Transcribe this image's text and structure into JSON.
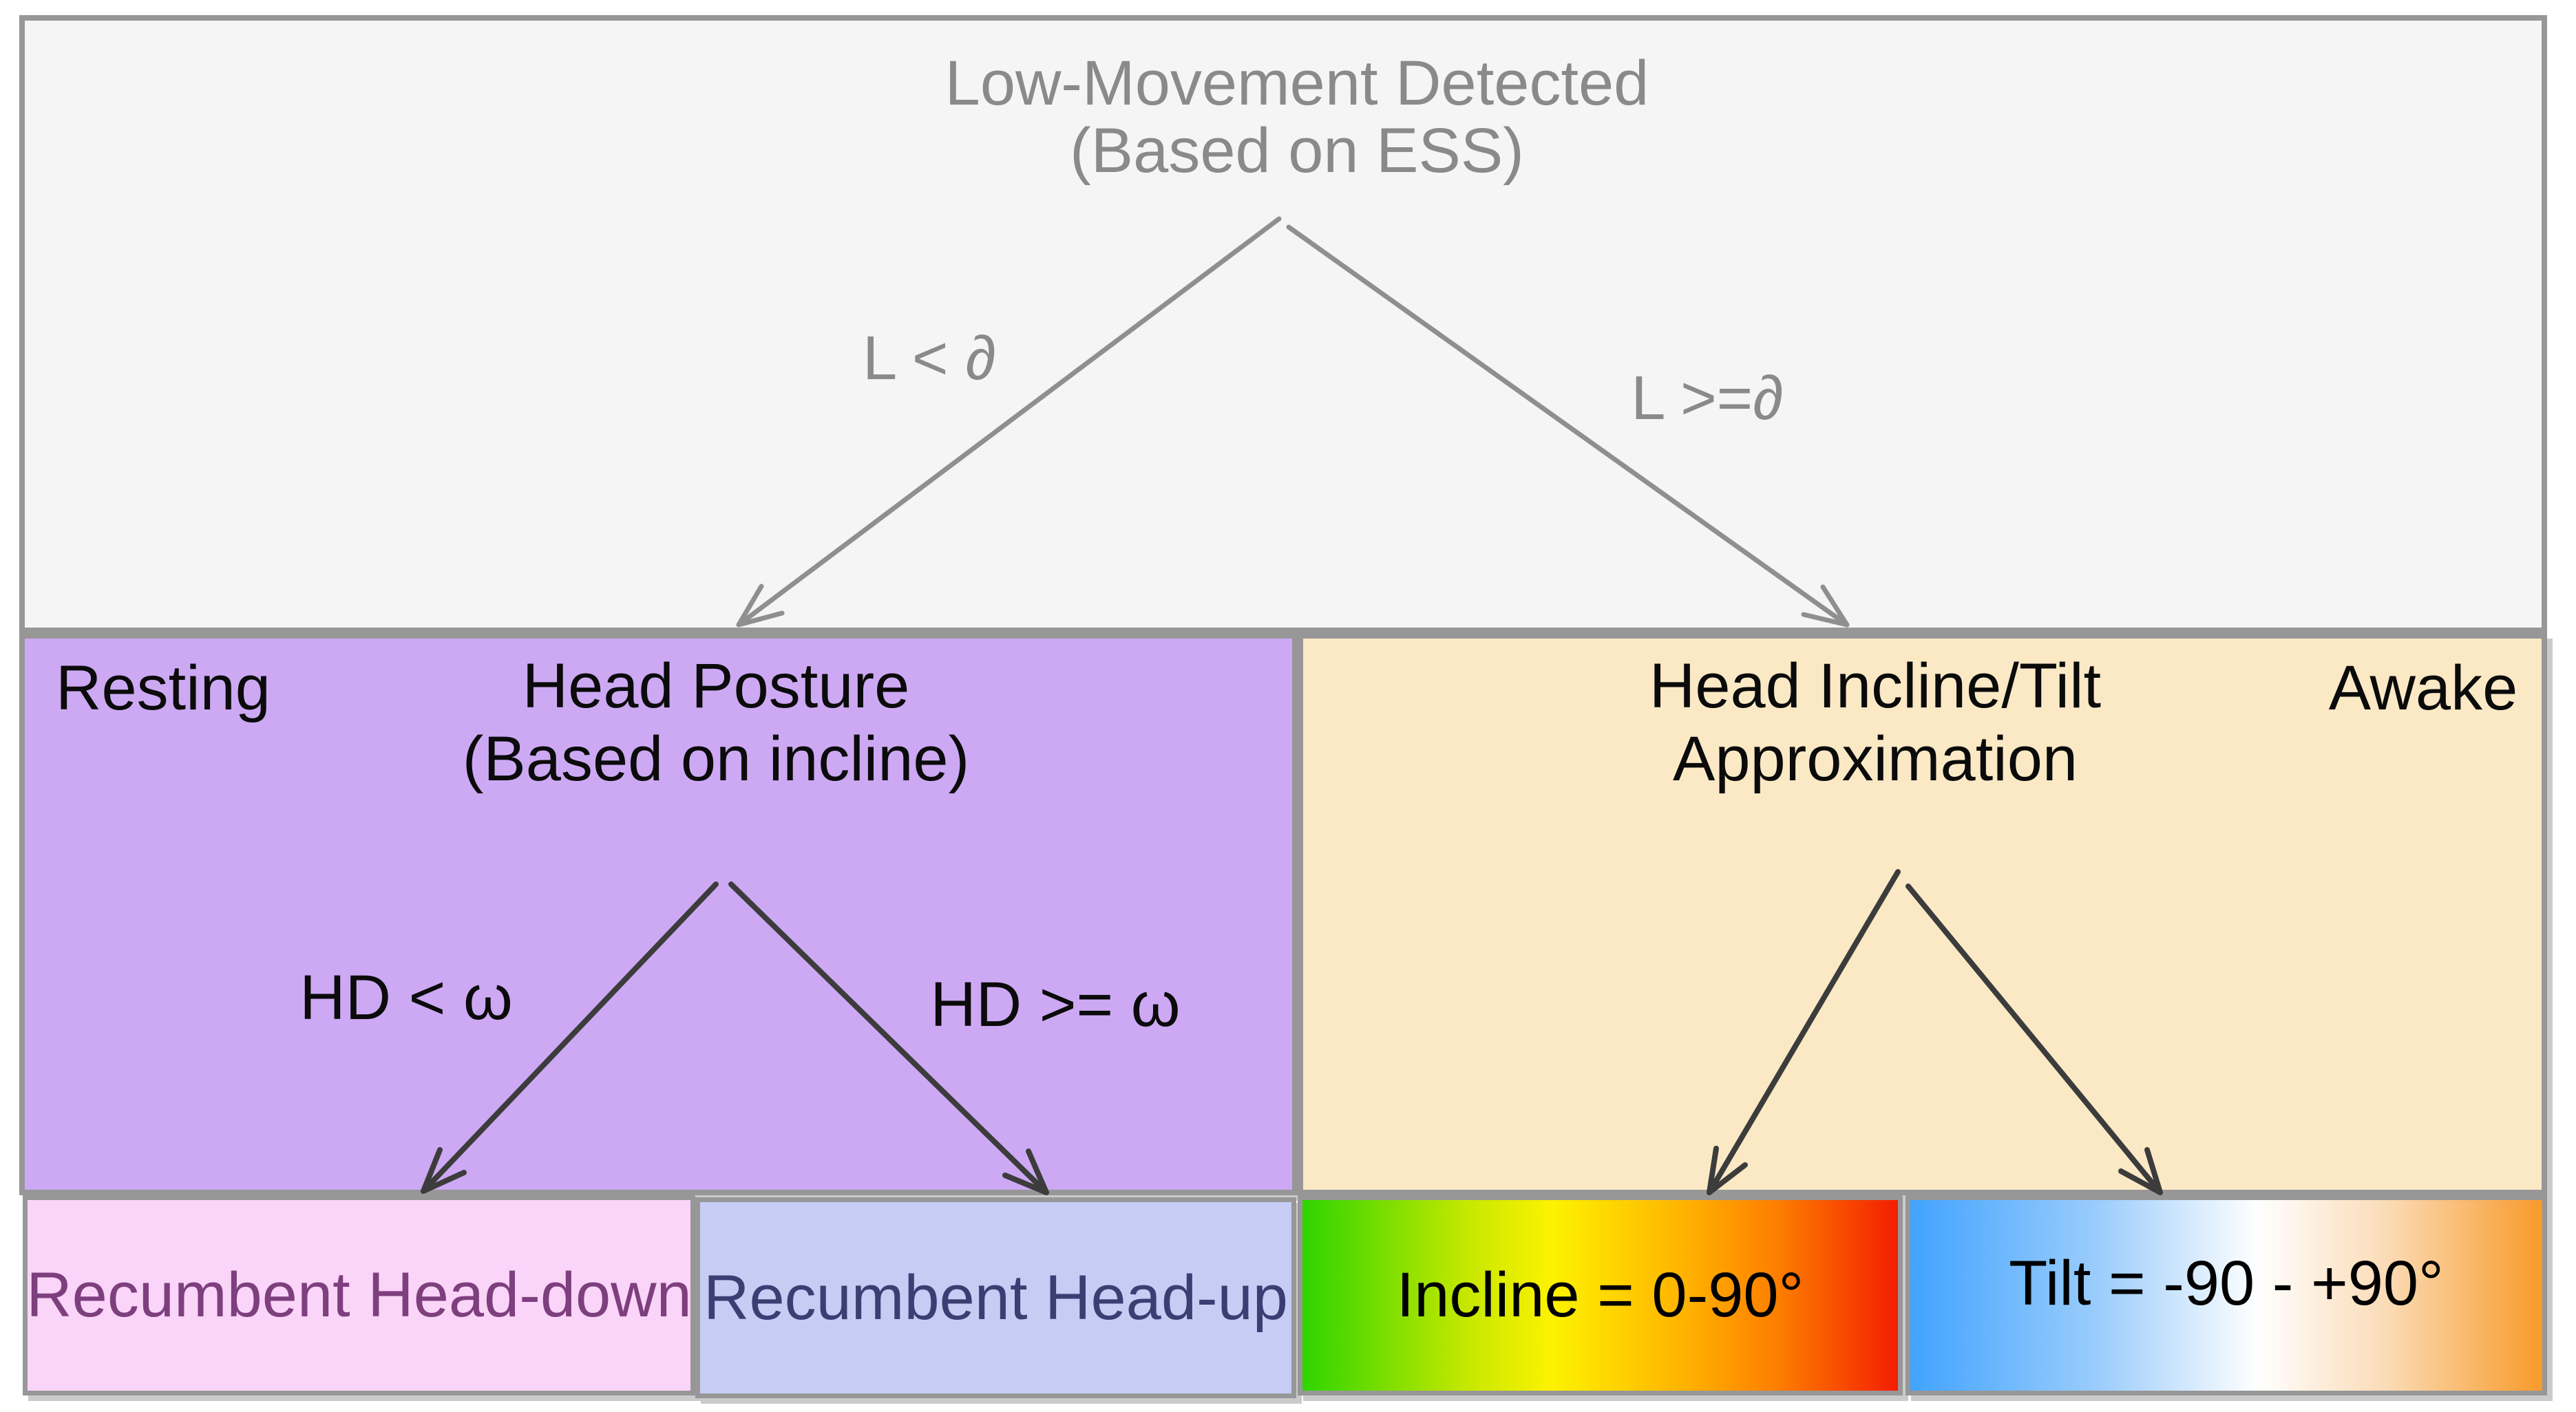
{
  "root": {
    "line1": "Low-Movement Detected",
    "line2": "(Based on ESS)"
  },
  "branch_labels": {
    "low": "L < ∂",
    "high": "L >=∂"
  },
  "resting": {
    "tag": "Resting",
    "line1": "Head Posture",
    "line2": "(Based on incline)",
    "left_condition": "HD < ω",
    "right_condition": "HD >= ω"
  },
  "awake": {
    "tag": "Awake",
    "line1": "Head Incline/Tilt",
    "line2": "Approximation"
  },
  "outcomes": {
    "head_down": "Recumbent Head-down",
    "head_up": "Recumbent Head-up",
    "incline": "Incline = 0-90°",
    "tilt": "Tilt = -90 - +90°"
  },
  "colors": {
    "top-fill": "#f5f5f6",
    "box-border": "#979797",
    "resting-fill": "#cda9f4",
    "awake-fill": "#fbe9c6",
    "head-down-fill": "#fbd4f9",
    "head-down-text": "#7d3f7d",
    "head-up-fill": "#c6cdf5",
    "head-up-text": "#3a3f73",
    "gray-arrow": "#8f8f8f",
    "dark-arrow": "#3c3c3c",
    "gray-text": "#8a8a8a"
  },
  "gradients": {
    "incline": [
      [
        "#2fd400",
        0
      ],
      [
        "#c8e800",
        28
      ],
      [
        "#fdf200",
        42
      ],
      [
        "#ffb000",
        65
      ],
      [
        "#fd7d00",
        80
      ],
      [
        "#f31e00",
        100
      ]
    ],
    "tilt": [
      [
        "#41a3fe",
        0
      ],
      [
        "#9ccdfc",
        30
      ],
      [
        "#ffffff",
        55
      ],
      [
        "#fbdcb8",
        75
      ],
      [
        "#f89a2b",
        100
      ]
    ]
  }
}
